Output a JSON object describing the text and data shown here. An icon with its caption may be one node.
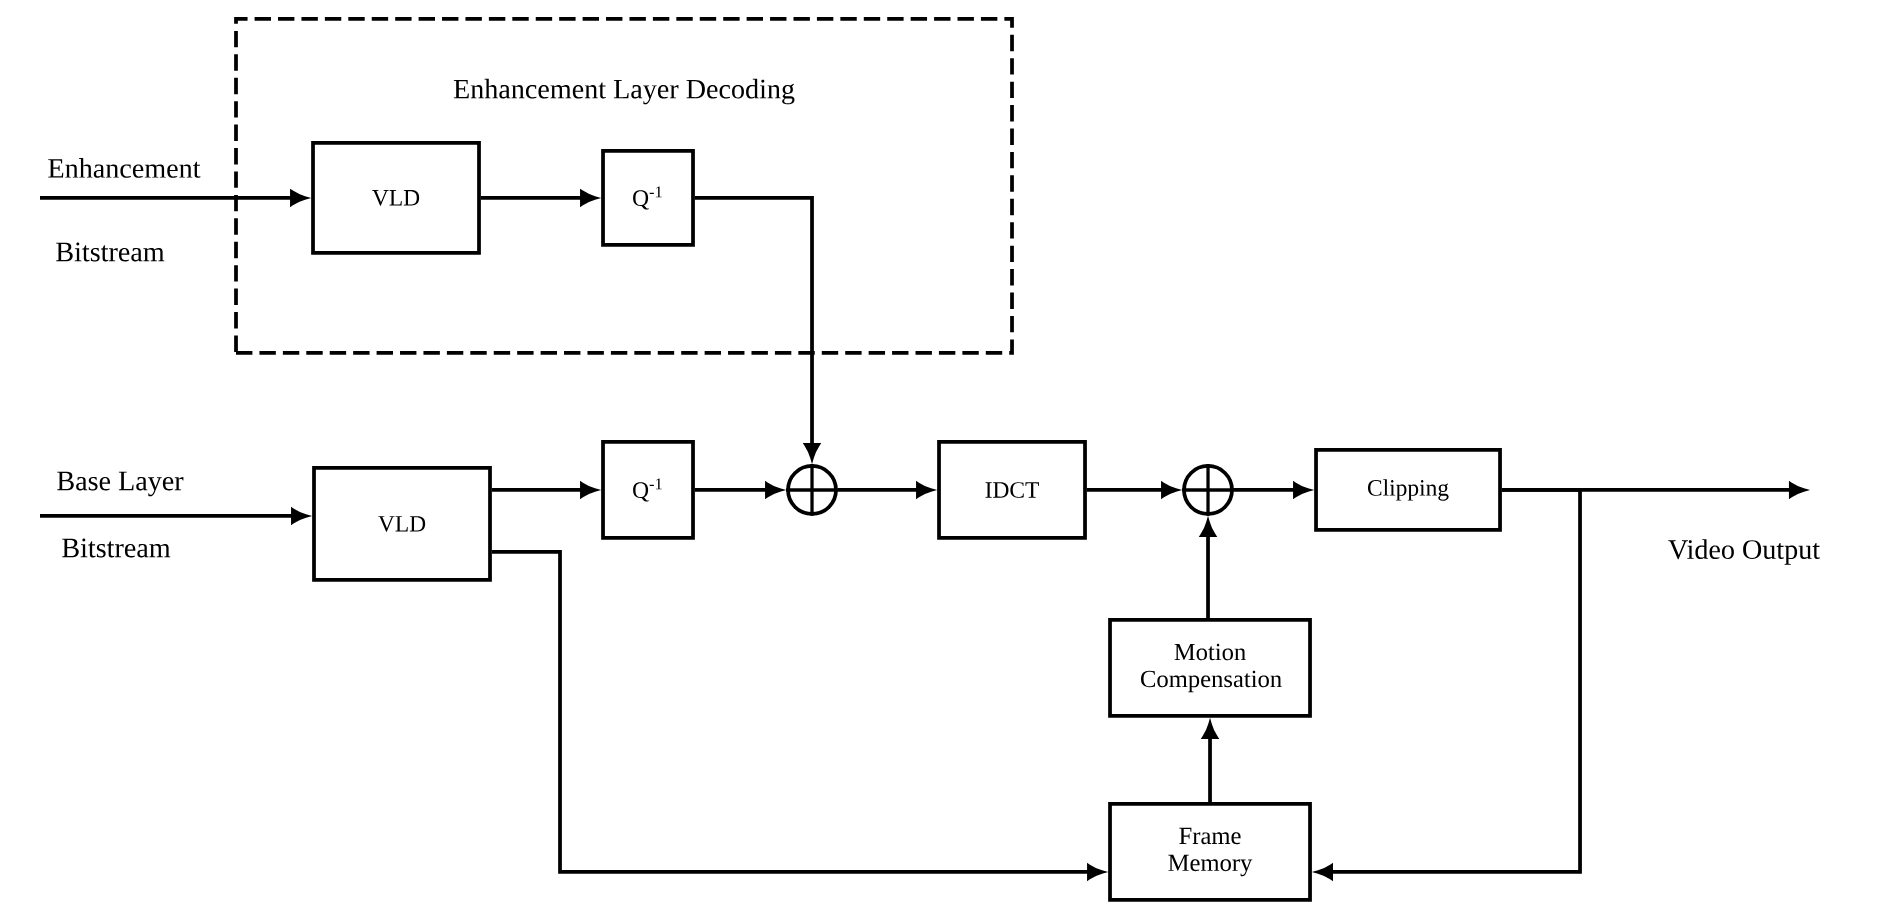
{
  "diagram": {
    "nodes": [
      {
        "text": [
          "Enhancement Layer Decoding"
        ]
      },
      {
        "text": [
          "VLD"
        ],
        "in": 0
      },
      {
        "text": [
          "Q$^{-1}$"
        ],
        "in": 0
      },
      {
        "text": [
          "VLD"
        ]
      },
      {
        "text": [
          "Q$^{-1}$"
        ]
      },
      {
        "text": [],
        "shape": "circle"
      },
      {
        "text": [
          "IDCT"
        ]
      },
      {
        "text": [],
        "shape": "circle"
      },
      {
        "text": [
          "Clipping"
        ]
      },
      {
        "text": [
          "Motion Compensation"
        ]
      },
      {
        "text": [
          "Frame Memory"
        ]
      }
    ],
    "edges": [
      {
        "from": null,
        "to": 1,
        "arrow": "to"
      },
      {
        "from": 1,
        "to": 2,
        "arrow": "to"
      },
      {
        "from": 2,
        "to": 5,
        "arrow": "to"
      },
      {
        "from": null,
        "to": 3,
        "arrow": "to"
      },
      {
        "from": 3,
        "to": 4,
        "arrow": "to"
      },
      {
        "from": 4,
        "to": 5,
        "arrow": "to"
      },
      {
        "from": 5,
        "to": 6,
        "arrow": "to"
      },
      {
        "from": 6,
        "to": 7,
        "arrow": "to"
      },
      {
        "from": 7,
        "to": 8,
        "arrow": "to"
      },
      {
        "from": 8,
        "to": null,
        "arrow": "to"
      },
      {
        "from": 8,
        "to": 10,
        "arrow": "to"
      },
      {
        "from": 10,
        "to": 9,
        "arrow": "to"
      },
      {
        "from": 9,
        "to": 7,
        "arrow": "to"
      },
      {
        "from": 3,
        "to": 10,
        "arrow": "to"
      }
    ],
    "labels": [
      "Enhancement",
      "Bitstream",
      "Base Layer",
      "Bitstream",
      "Video Output"
    ]
  }
}
